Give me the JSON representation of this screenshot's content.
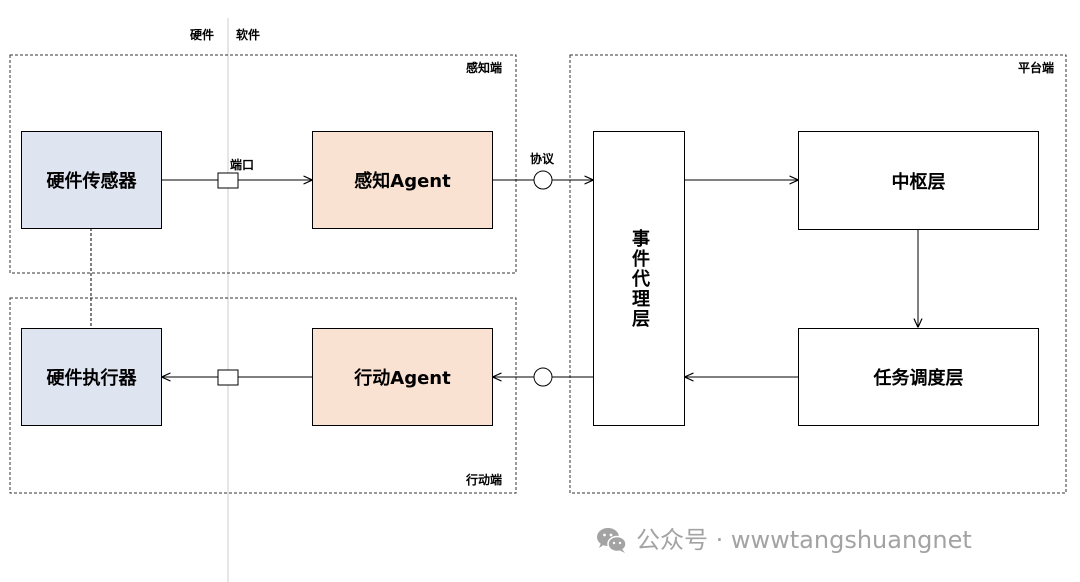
{
  "header": {
    "hardware": "硬件",
    "software": "软件"
  },
  "regions": {
    "perception": "感知端",
    "action": "行动端",
    "platform": "平台端"
  },
  "nodes": {
    "hw_sensor": "硬件传感器",
    "hw_actuator": "硬件执行器",
    "perception_agent": "感知Agent",
    "action_agent": "行动Agent",
    "event_proxy": "事件代理层",
    "hub_layer": "中枢层",
    "scheduler_layer": "任务调度层"
  },
  "edge_labels": {
    "port": "端口",
    "protocol": "协议"
  },
  "watermark": {
    "icon": "wechat-icon",
    "text": "公众号 · wwwtangshuangnet"
  },
  "colors": {
    "hardware_fill": "#dfe4f1",
    "agent_fill": "#f9e2d1",
    "line": "#000000",
    "dashed_border": "#333333",
    "divider": "#cccccc",
    "watermark": "#a3a3a3"
  }
}
